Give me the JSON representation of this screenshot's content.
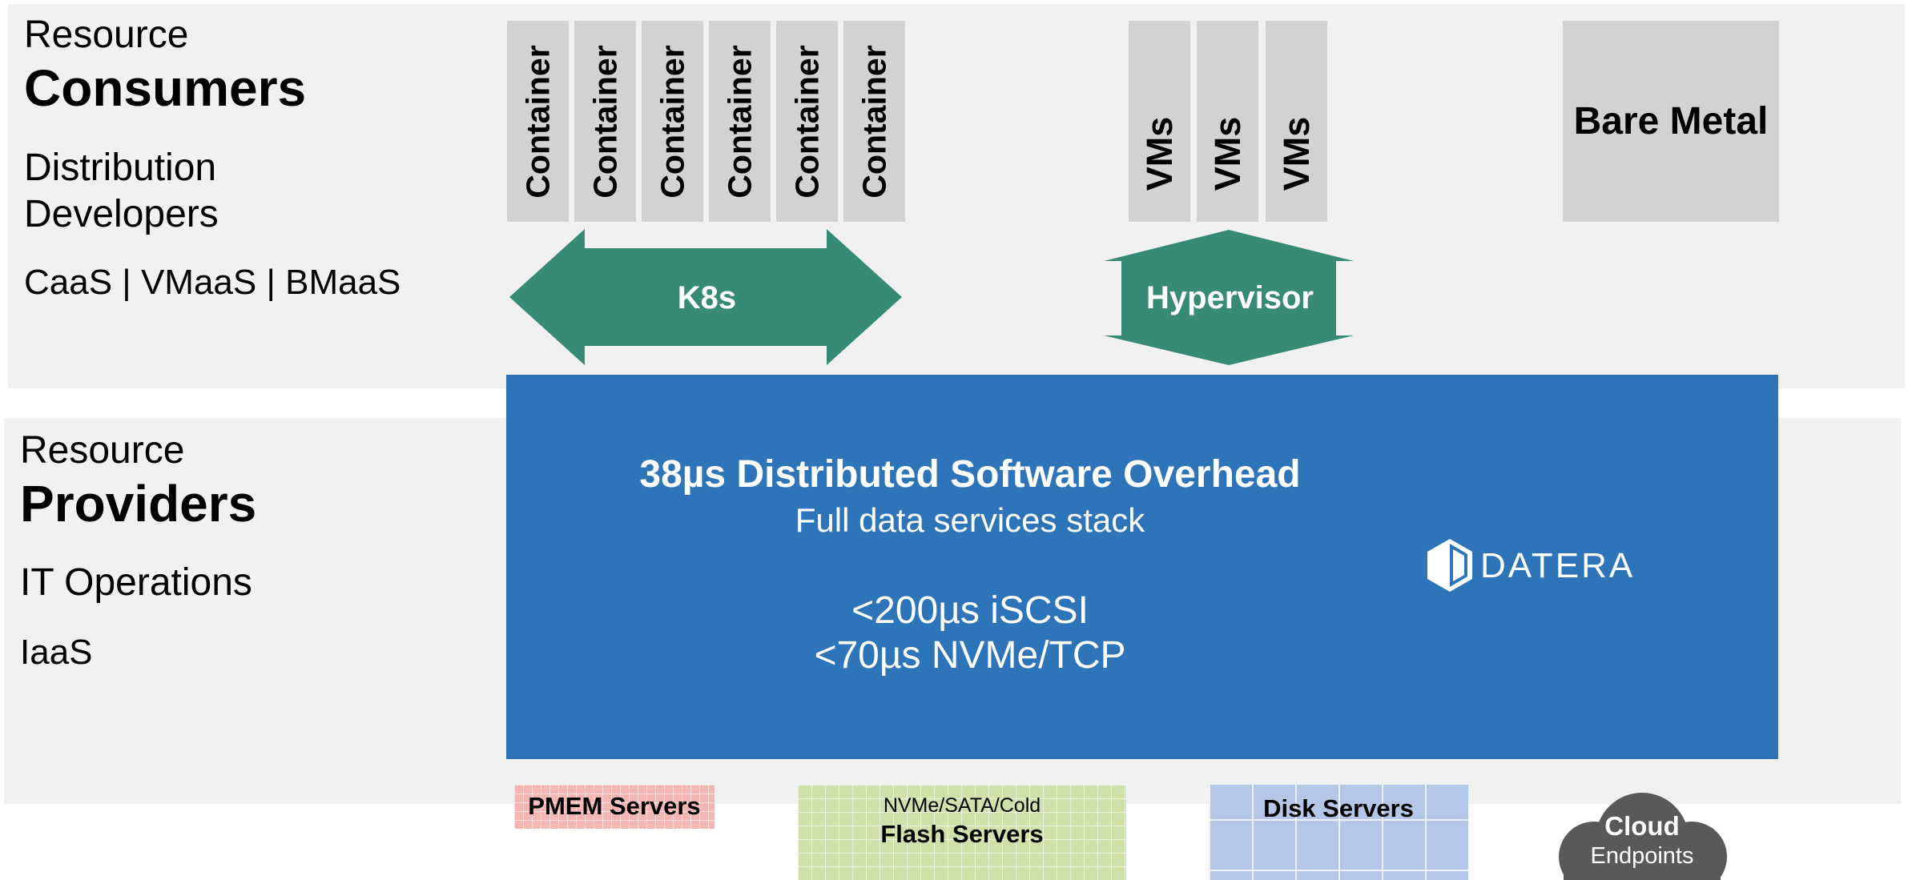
{
  "consumers": {
    "resource_label": "Resource",
    "heading": "Consumers",
    "audience_line1": "Distribution",
    "audience_line2": "Developers",
    "services": "CaaS | VMaaS | BMaaS",
    "containers": [
      "Container",
      "Container",
      "Container",
      "Container",
      "Container",
      "Container"
    ],
    "vms": [
      "VMs",
      "VMs",
      "VMs"
    ],
    "bare_metal": "Bare Metal",
    "k8s": "K8s",
    "hypervisor": "Hypervisor"
  },
  "providers": {
    "resource_label": "Resource",
    "heading": "Providers",
    "audience": "IT Operations",
    "service": "IaaS"
  },
  "datera": {
    "headline": "38µs Distributed Software Overhead",
    "subline": "Full data services stack",
    "iscsi": "<200µs iSCSI",
    "nvme": "<70µs NVMe/TCP",
    "logo_text": "DATERA"
  },
  "backends": {
    "pmem": "PMEM Servers",
    "flash_small": "NVMe/SATA/Cold",
    "flash": "Flash Servers",
    "disk": "Disk Servers",
    "cloud_title": "Cloud",
    "cloud_sub": "Endpoints"
  },
  "colors": {
    "band": "#f1f1f1",
    "box": "#d2d2d2",
    "arrow": "#378a74",
    "datera_blue": "#2e74b8",
    "pmem": "#f4b6b3",
    "flash": "#cfe0a8",
    "disk": "#b4c7e7",
    "cloud": "#595959"
  }
}
